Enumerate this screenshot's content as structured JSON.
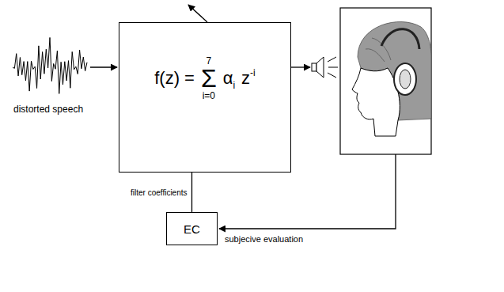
{
  "diagram": {
    "nodes": [
      {
        "text": [
          "f(z) =",
          "7",
          "Σ",
          "i=0",
          "α",
          "i",
          "z",
          "-i"
        ]
      },
      {
        "text": [
          "EC"
        ]
      }
    ],
    "edges": [
      {
        "from": 1,
        "to": 0,
        "arrow": "none",
        "label": "filter coefficients"
      }
    ],
    "labels": [
      "distorted speech",
      "subjecive evaluation"
    ]
  }
}
